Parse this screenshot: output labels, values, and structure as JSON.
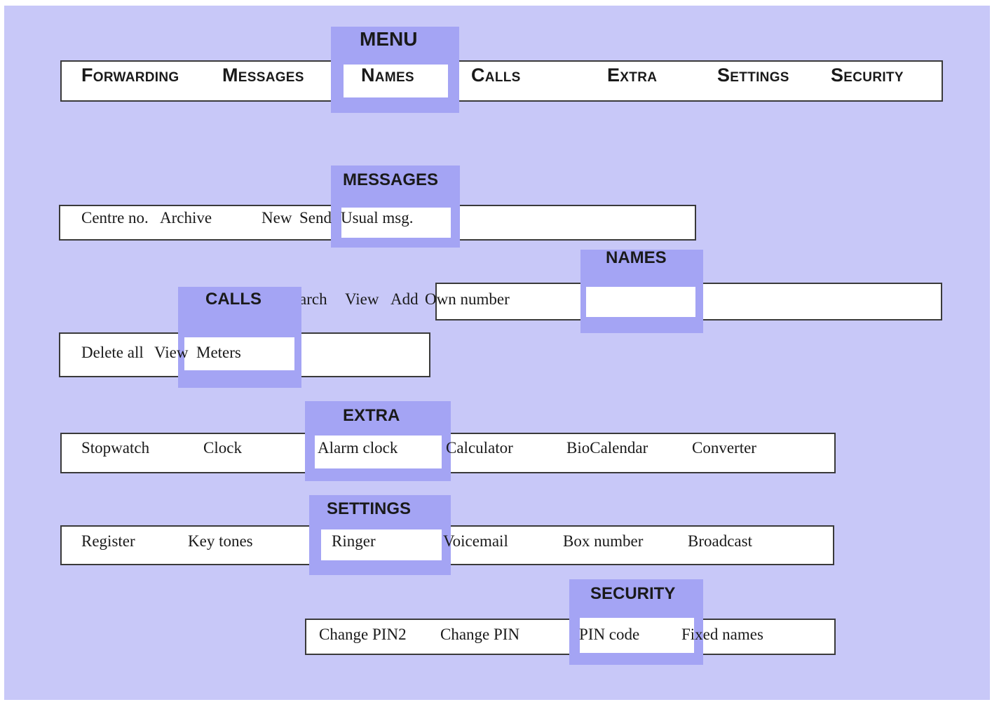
{
  "menu": {
    "title": "MENU",
    "items": [
      "Forwarding",
      "Messages",
      "Names",
      "Calls",
      "Extra",
      "Settings",
      "Security"
    ]
  },
  "messages": {
    "title": "MESSAGES",
    "items": [
      "Centre no.",
      "Archive",
      "New",
      "Send",
      "Usual msg."
    ]
  },
  "names": {
    "title": "NAMES",
    "items": [
      "Search",
      "View",
      "Add",
      "Own number"
    ]
  },
  "calls": {
    "title": "CALLS",
    "items": [
      "Delete all",
      "View",
      "Meters"
    ]
  },
  "extra": {
    "title": "EXTRA",
    "items": [
      "Stopwatch",
      "Clock",
      "Alarm clock",
      "Calculator",
      "BioCalendar",
      "Converter"
    ]
  },
  "settings": {
    "title": "SETTINGS",
    "items": [
      "Register",
      "Key tones",
      "Ringer",
      "Voicemail",
      "Box number",
      "Broadcast"
    ]
  },
  "security": {
    "title": "SECURITY",
    "items": [
      "Change PIN2",
      "Change PIN",
      "PIN code",
      "Fixed names"
    ]
  },
  "colors": {
    "background": "#c8c8f8",
    "focus": "#a4a4f4",
    "bar": "#ffffff",
    "border": "#3a3a3a"
  }
}
